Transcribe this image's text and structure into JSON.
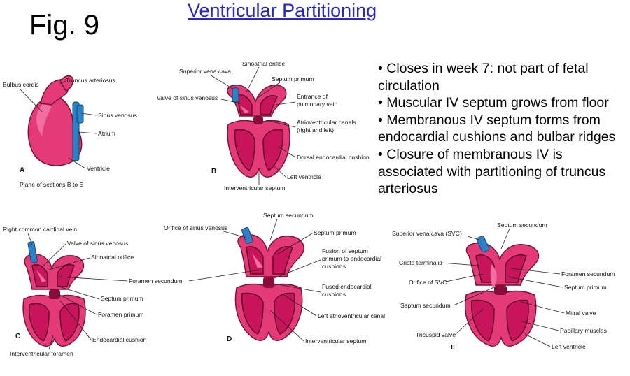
{
  "fig_label": "Fig. 9",
  "title": "Ventricular Partitioning",
  "bullets": [
    "• Closes in week 7: not part of fetal circulation",
    "• Muscular IV septum grows from floor",
    "• Membranous IV septum forms from endocardial cushions and bulbar ridges",
    "• Closure of membranous IV is associated with partitioning of truncus arteriosus"
  ],
  "panels": {
    "A": {
      "letter": "A",
      "caption": "Plane of sections B to E",
      "labels": [
        "Bulbus cordis",
        "Truncus arteriosus",
        "Sinus venosus",
        "Atrium",
        "Ventricle"
      ]
    },
    "B": {
      "letter": "B",
      "labels": [
        "Sinoatrial orifice",
        "Superior vena cava",
        "Septum primum",
        "Valve of sinus venosus",
        "Entrance of",
        "pulmonary vein",
        "Atrioventricular canals",
        "(right and left)",
        "Dorsal endocardial cushion",
        "Left ventricle",
        "Interventricular septum"
      ]
    },
    "C": {
      "letter": "C",
      "labels": [
        "Right common cardinal vein",
        "Valve of sinus venosus",
        "Sinoatrial orifice",
        "Foramen secundum",
        "Septum primum",
        "Foramen primum",
        "Endocardial cushion",
        "Interventricular foramen"
      ]
    },
    "D": {
      "letter": "D",
      "labels": [
        "Septum secundum",
        "Orifice of sinus venosus",
        "Septum primum",
        "Fusion of septum",
        "primum to endocardial",
        "cushions",
        "Fused endocardial",
        "cushions",
        "Left atrioventricular canal",
        "Interventricular septum"
      ]
    },
    "E": {
      "letter": "E",
      "labels": [
        "Septum secundum",
        "Superior vena cava (SVC)",
        "Crista terminalis",
        "Foramen secundum",
        "Orifice of SVC",
        "Septum primum",
        "Septum secundum",
        "Mitral valve",
        "Papillary muscles",
        "Tricuspid valve",
        "Left ventricle"
      ]
    }
  }
}
